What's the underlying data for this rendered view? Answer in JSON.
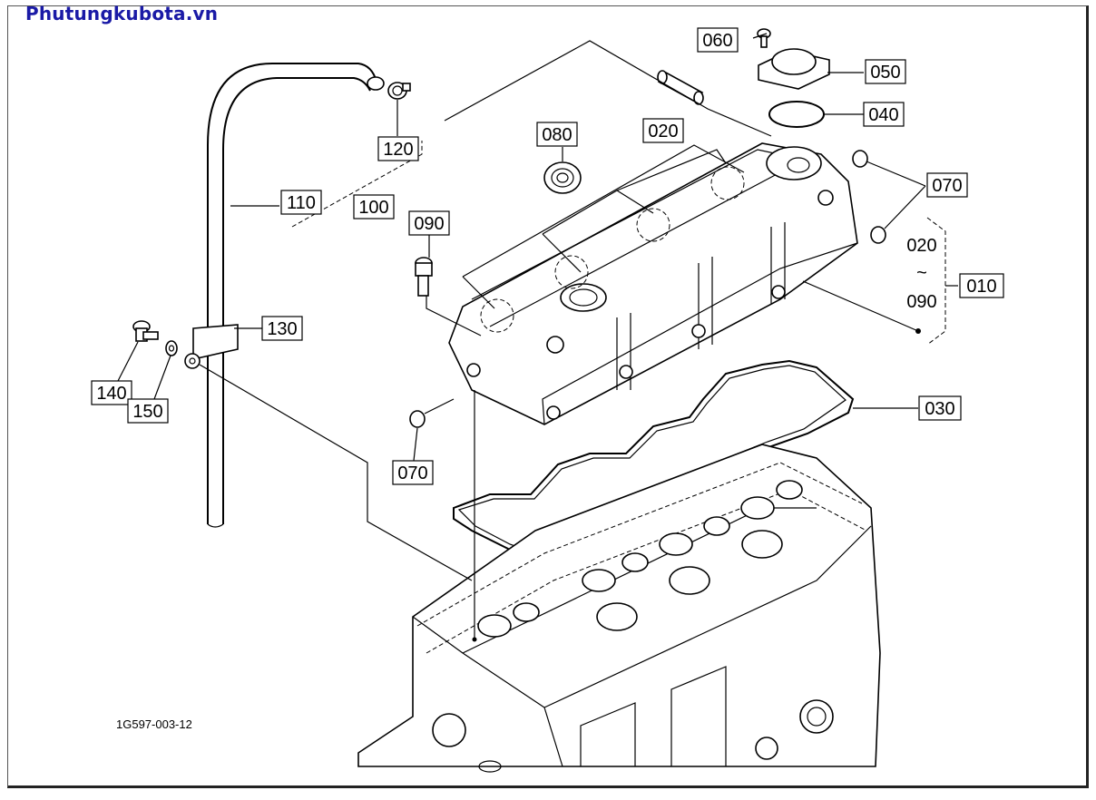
{
  "brand": "Phutungkubota.vn",
  "drawing_code": "1G597-003-12",
  "parts": [
    {
      "id": "060",
      "boxed": true
    },
    {
      "id": "050",
      "boxed": true
    },
    {
      "id": "040",
      "boxed": true
    },
    {
      "id": "020",
      "boxed": true
    },
    {
      "id": "080",
      "boxed": true
    },
    {
      "id": "070",
      "boxed": true
    },
    {
      "id": "120",
      "boxed": true
    },
    {
      "id": "110",
      "boxed": true
    },
    {
      "id": "100",
      "boxed": true
    },
    {
      "id": "090",
      "boxed": true
    },
    {
      "id": "010",
      "boxed": true
    },
    {
      "id": "130",
      "boxed": true
    },
    {
      "id": "140",
      "boxed": true
    },
    {
      "id": "150",
      "boxed": true
    },
    {
      "id": "030",
      "boxed": true
    },
    {
      "id": "070",
      "boxed": true
    }
  ],
  "range_note": {
    "from": "020",
    "sep": "~",
    "to": "090"
  }
}
